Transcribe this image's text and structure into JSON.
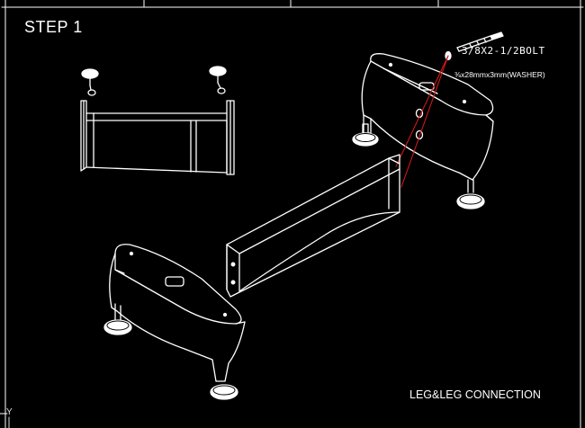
{
  "step_title": "STEP 1",
  "bolt_label": "3/8X2-1/2BOLT",
  "washer_label": "⅜x28mmx3mm(WASHER)",
  "caption": "LEG&LEG CONNECTION",
  "ucs_glyph": "Y",
  "colors": {
    "background": "#000000",
    "line": "#ffffff",
    "guide_line": "#d01818"
  }
}
